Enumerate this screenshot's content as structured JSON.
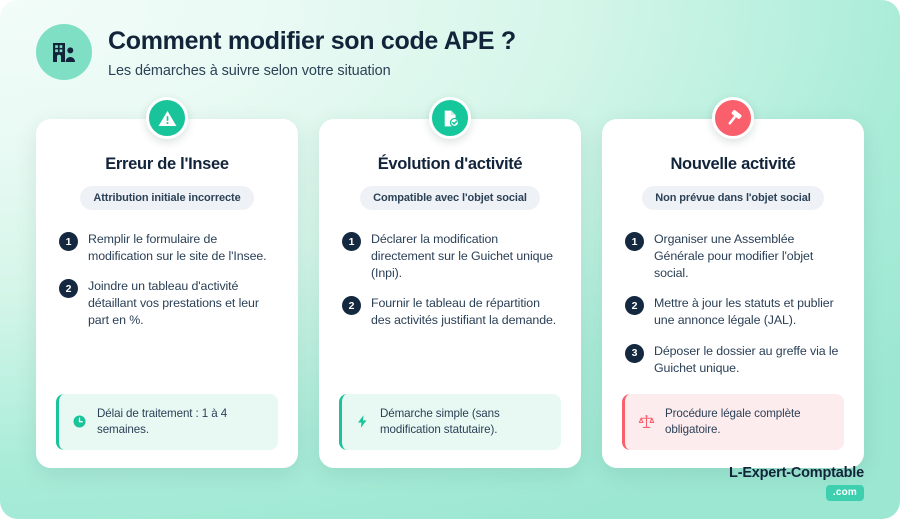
{
  "header": {
    "icon": "building-person-icon",
    "title": "Comment modifier son code APE ?",
    "subtitle": "Les démarches à suivre selon votre situation"
  },
  "cards": [
    {
      "icon": "warning-triangle-icon",
      "icon_color": "#19c49a",
      "title": "Erreur de l'Insee",
      "pill": "Attribution initiale incorrecte",
      "steps": [
        {
          "num": "1",
          "text": "Remplir le formulaire de modification sur le site de l'Insee."
        },
        {
          "num": "2",
          "text": "Joindre un tableau d'activité détaillant vos prestations et leur part en %."
        }
      ],
      "note": {
        "icon": "clock-icon",
        "icon_color": "#19c49a",
        "accent": "#19c49a",
        "background": "#e8f9f3",
        "text": "Délai de traitement : 1 à 4 semaines."
      }
    },
    {
      "icon": "document-check-icon",
      "icon_color": "#17c79c",
      "title": "Évolution d'activité",
      "pill": "Compatible avec l'objet social",
      "steps": [
        {
          "num": "1",
          "text": "Déclarer la modification directement sur le Guichet unique (Inpi)."
        },
        {
          "num": "2",
          "text": "Fournir le tableau de répartition des activités justifiant la demande."
        }
      ],
      "note": {
        "icon": "lightning-bolt-icon",
        "icon_color": "#19c49a",
        "accent": "#19c49a",
        "background": "#e8f9f3",
        "text": "Démarche simple (sans modification statutaire)."
      }
    },
    {
      "icon": "gavel-icon",
      "icon_color": "#f9606b",
      "title": "Nouvelle activité",
      "pill": "Non prévue dans l'objet social",
      "steps": [
        {
          "num": "1",
          "text": "Organiser une Assemblée Générale pour modifier l'objet social."
        },
        {
          "num": "2",
          "text": "Mettre à jour les statuts et publier une annonce légale (JAL)."
        },
        {
          "num": "3",
          "text": "Déposer le dossier au greffe via le Guichet unique."
        }
      ],
      "note": {
        "icon": "scales-of-justice-icon",
        "icon_color": "#f9606b",
        "accent": "#f9606b",
        "background": "#fdeced",
        "text": "Procédure légale complète obligatoire."
      }
    }
  ],
  "logo": {
    "name": "L-Expert-Comptable",
    "suffix": ".com"
  }
}
